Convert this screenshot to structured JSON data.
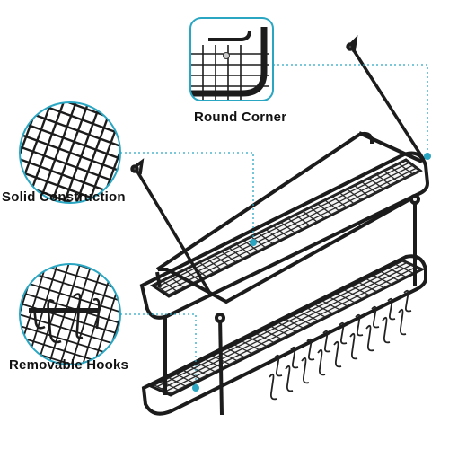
{
  "callouts": {
    "round_corner": "Round Corner",
    "solid_construction": "Solid Construction",
    "removable_hooks": "Removable Hooks"
  },
  "colors": {
    "accent": "#2aa6c2",
    "metal": "#1c1c1c",
    "background": "#ffffff"
  }
}
